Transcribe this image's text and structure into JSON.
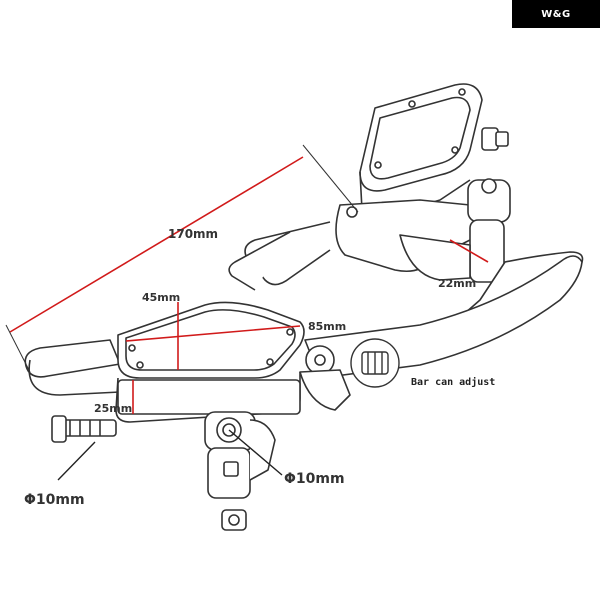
{
  "brand": {
    "logo_text": "W&G"
  },
  "dimensions": {
    "overall_length": "170mm",
    "reservoir_width": "45mm",
    "reservoir_length": "85mm",
    "reservoir_height": "25mm",
    "mount_gap": "22mm",
    "port_diameter_left": "Φ10mm",
    "port_diameter_center": "Φ10mm"
  },
  "annotations": {
    "bar_adjust": "Bar can adjust"
  },
  "colors": {
    "dimension_line": "#d11a1a",
    "drawing_line": "#333333",
    "brand_bg": "#000000"
  }
}
